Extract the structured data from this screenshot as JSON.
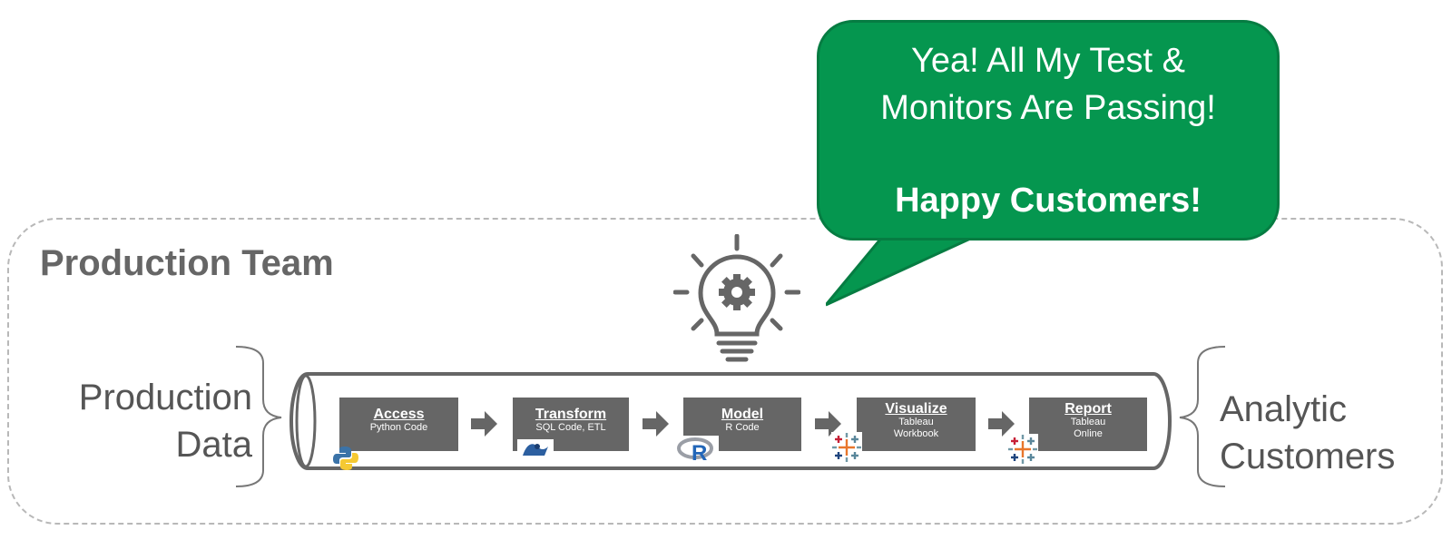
{
  "team_title": "Production Team",
  "left_label": [
    "Production",
    "Data"
  ],
  "right_label": [
    "Analytic",
    "Customers"
  ],
  "bubble": {
    "line1": "Yea! All My Test &",
    "line2": "Monitors Are Passing!",
    "line3": "Happy Customers!",
    "color": "#05964f"
  },
  "steps": [
    {
      "title": "Access",
      "sub1": "Python Code",
      "sub2": "",
      "icon": "python-icon"
    },
    {
      "title": "Transform",
      "sub1": "SQL Code, ETL",
      "sub2": "",
      "icon": "sql-icon"
    },
    {
      "title": "Model",
      "sub1": "R Code",
      "sub2": "",
      "icon": "r-icon"
    },
    {
      "title": "Visualize",
      "sub1": "Tableau",
      "sub2": "Workbook",
      "icon": "tableau-icon"
    },
    {
      "title": "Report",
      "sub1": "Tableau",
      "sub2": "Online",
      "icon": "tableau-icon"
    }
  ],
  "colors": {
    "step_box": "#666666",
    "frame": "#b8b8b8",
    "bubble": "#05964f"
  },
  "icons": {
    "bulb": "lightbulb-gear-icon",
    "arrow": "arrow-right-icon"
  }
}
